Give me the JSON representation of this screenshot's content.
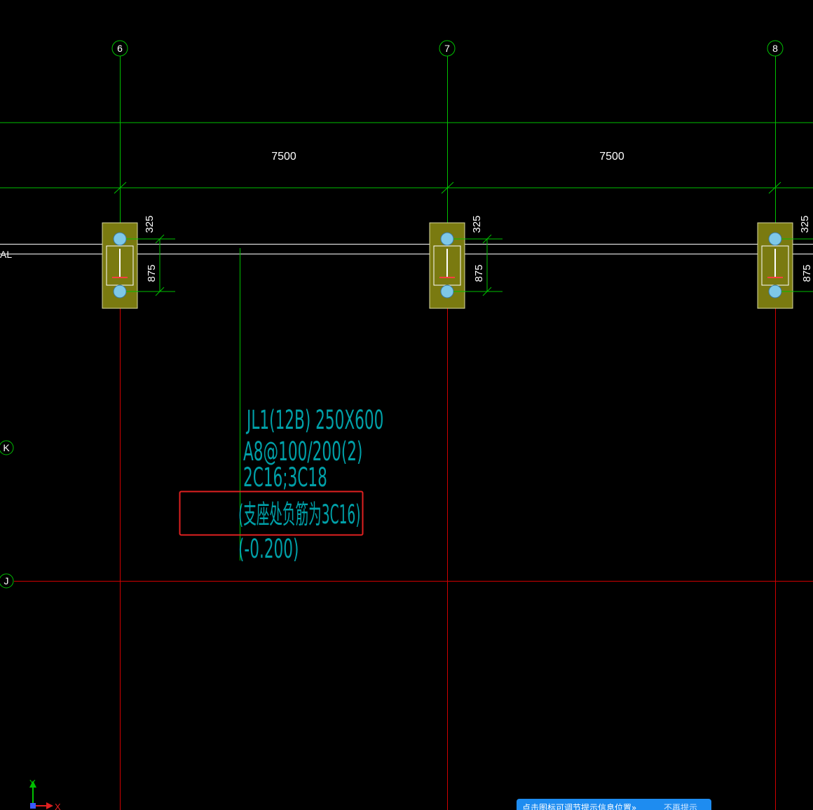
{
  "drawing": {
    "grid_axes": {
      "vertical": [
        "6",
        "7",
        "8"
      ],
      "horizontal_left": [
        "AL",
        "K",
        "J"
      ]
    },
    "dimensions": {
      "spans": [
        "7500",
        "7500"
      ],
      "offsets": [
        "325",
        "875"
      ]
    },
    "beam_annotation": {
      "name_line": "JL1(12B) 250X600",
      "stirrup_line": "A8@100/200(2)",
      "rebar_line": "2C16;3C18",
      "support_note": "(支座处负筋为3C16)",
      "elevation_line": "(-0.200)"
    },
    "ucs": {
      "y_label": "Y",
      "x_label": "X"
    },
    "colors": {
      "background": "#000000",
      "axis_green": "#00c000",
      "axis_red": "#d00000",
      "annotation_cyan": "#00a0a8",
      "pedestal_fill": "#7a7a10",
      "highlight_box": "#e02020",
      "bolt": "#7ec8e8"
    }
  },
  "toast": {
    "message": "点击图标可调节提示信息位置»",
    "dismiss": "不再提示"
  }
}
